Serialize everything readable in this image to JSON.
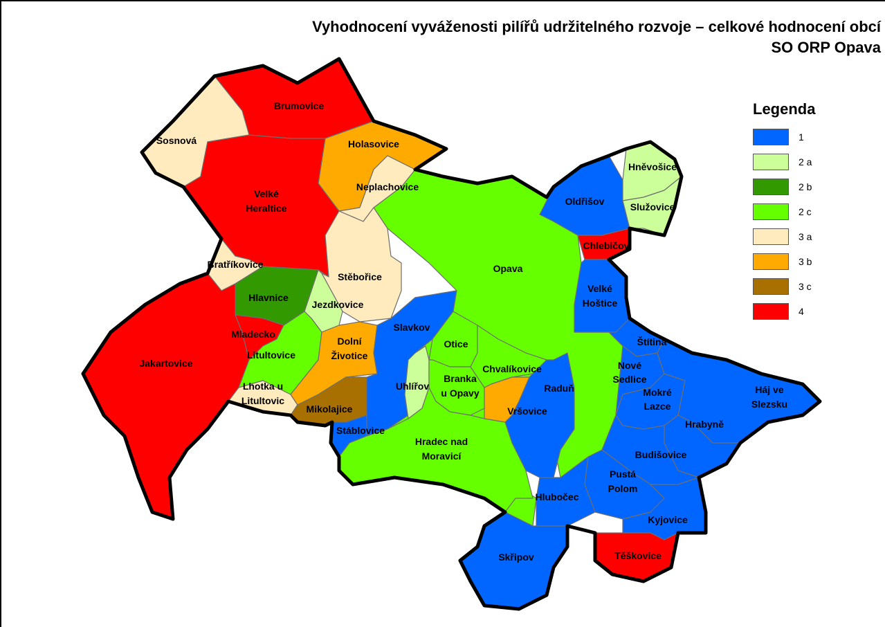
{
  "title_line1": "Vyhodnocení vyváženosti pilířů udržitelného rozvoje – celkové hodnocení obcí",
  "title_line2": "SO ORP Opava",
  "legend": {
    "title": "Legenda",
    "items": [
      {
        "key": "1",
        "label": "1",
        "color": "#0066ff"
      },
      {
        "key": "2a",
        "label": "2 a",
        "color": "#ccff99"
      },
      {
        "key": "2b",
        "label": "2 b",
        "color": "#339900"
      },
      {
        "key": "2c",
        "label": "2 c",
        "color": "#66ff00"
      },
      {
        "key": "3a",
        "label": "3 a",
        "color": "#ffebbe"
      },
      {
        "key": "3b",
        "label": "3 b",
        "color": "#ffaa00"
      },
      {
        "key": "3c",
        "label": "3 c",
        "color": "#a87000"
      },
      {
        "key": "4",
        "label": "4",
        "color": "#ff0000"
      }
    ]
  },
  "municipalities": [
    {
      "id": "brumovice",
      "name": "Brumovice",
      "category": "4"
    },
    {
      "id": "sosnova",
      "name": "Sosnová",
      "category": "3a"
    },
    {
      "id": "holasovice",
      "name": "Holasovice",
      "category": "3b"
    },
    {
      "id": "neplachovice",
      "name": "Neplachovice",
      "category": "3a"
    },
    {
      "id": "velke-heraltice",
      "name": "Velké Heraltice",
      "category": "4"
    },
    {
      "id": "bratrikovice",
      "name": "Bratříkovice",
      "category": "3a"
    },
    {
      "id": "hlavnice",
      "name": "Hlavnice",
      "category": "2b"
    },
    {
      "id": "steborice",
      "name": "Stěbořice",
      "category": "3a"
    },
    {
      "id": "jezdkovice",
      "name": "Jezdkovice",
      "category": "2a"
    },
    {
      "id": "opava",
      "name": "Opava",
      "category": "2c"
    },
    {
      "id": "oldrisov",
      "name": "Oldřišov",
      "category": "1"
    },
    {
      "id": "hnevosice",
      "name": "Hněvošice",
      "category": "2a"
    },
    {
      "id": "sluzovice",
      "name": "Služovice",
      "category": "2a"
    },
    {
      "id": "chlebicov",
      "name": "Chlebičov",
      "category": "4"
    },
    {
      "id": "velke-hostice",
      "name": "Velké Hoštice",
      "category": "1"
    },
    {
      "id": "mladecko",
      "name": "Mladecko",
      "category": "4"
    },
    {
      "id": "jakartovice",
      "name": "Jakartovice",
      "category": "4"
    },
    {
      "id": "litultovice",
      "name": "Litultovice",
      "category": "2c"
    },
    {
      "id": "dolni-zivotice",
      "name": "Dolní Životice",
      "category": "3b"
    },
    {
      "id": "slavkov",
      "name": "Slavkov",
      "category": "1"
    },
    {
      "id": "otice",
      "name": "Otice",
      "category": "2c"
    },
    {
      "id": "chvalikovice",
      "name": "Chvalíkovice",
      "category": "2c"
    },
    {
      "id": "uhlirov",
      "name": "Uhlířov",
      "category": "2a"
    },
    {
      "id": "branka",
      "name": "Branka u Opavy",
      "category": "2c"
    },
    {
      "id": "vrsovice",
      "name": "Vršovice",
      "category": "3b"
    },
    {
      "id": "radun",
      "name": "Raduň",
      "category": "1"
    },
    {
      "id": "stitina",
      "name": "Štítina",
      "category": "1"
    },
    {
      "id": "nove-sedlice",
      "name": "Nové Sedlice",
      "category": "1"
    },
    {
      "id": "mokre-lazce",
      "name": "Mokré Lazce",
      "category": "1"
    },
    {
      "id": "haj",
      "name": "Háj ve Slezsku",
      "category": "1"
    },
    {
      "id": "lhotka",
      "name": "Lhotka u Litultovic",
      "category": "3a"
    },
    {
      "id": "mikolajice",
      "name": "Mikolajice",
      "category": "3c"
    },
    {
      "id": "stablovice",
      "name": "Stáblovice",
      "category": "1"
    },
    {
      "id": "hradec",
      "name": "Hradec nad Moravicí",
      "category": "2c"
    },
    {
      "id": "hrabyne",
      "name": "Hrabyně",
      "category": "1"
    },
    {
      "id": "budisovice",
      "name": "Budišovice",
      "category": "1"
    },
    {
      "id": "pusta-polom",
      "name": "Pustá Polom",
      "category": "1"
    },
    {
      "id": "hlubocec",
      "name": "Hlubočec",
      "category": "1"
    },
    {
      "id": "kyjovice",
      "name": "Kyjovice",
      "category": "1"
    },
    {
      "id": "skripov",
      "name": "Skřipov",
      "category": "1"
    },
    {
      "id": "teskovice",
      "name": "Těškovice",
      "category": "4"
    }
  ]
}
